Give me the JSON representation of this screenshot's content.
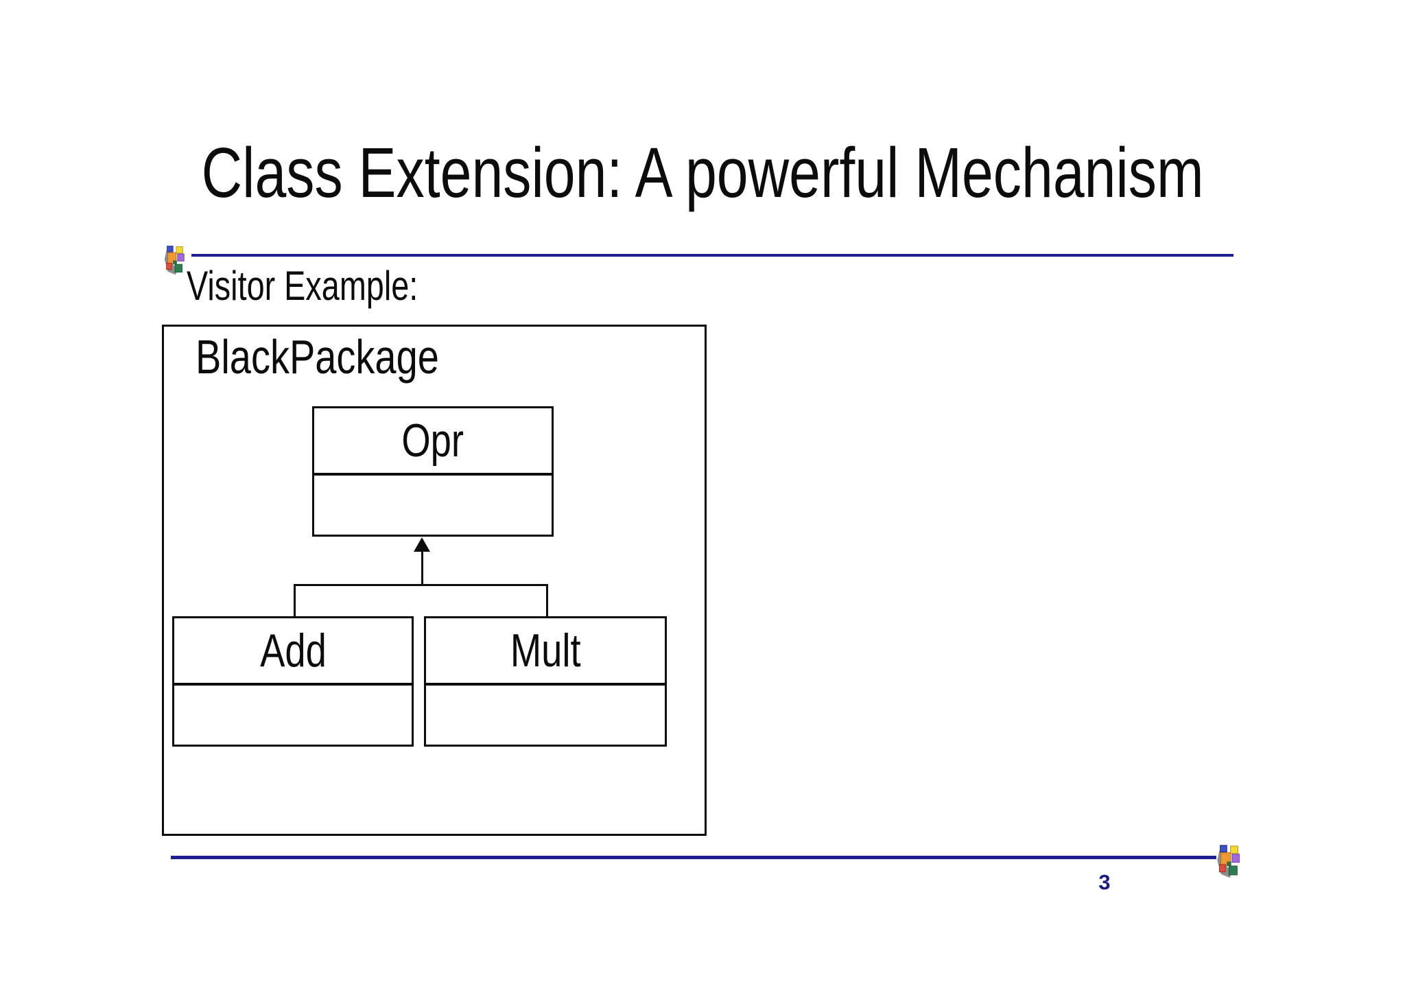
{
  "slide": {
    "title": "Class Extension: A powerful Mechanism",
    "section_label": "Visitor Example:",
    "page_number": "3"
  },
  "diagram": {
    "package_label": "BlackPackage",
    "classes": {
      "parent": {
        "name": "Opr",
        "attributes": ""
      },
      "children": [
        {
          "name": "Add",
          "attributes": ""
        },
        {
          "name": "Mult",
          "attributes": ""
        }
      ]
    },
    "relation_type": "generalization",
    "relation_note": "Add and Mult inherit from Opr (hollow-stem arrow with filled head pointing up)"
  },
  "icons": {
    "top_left": "building-blocks-logo",
    "bottom_right": "building-blocks-logo"
  },
  "colors": {
    "background": "#ffffff",
    "rule_navy": "#1e1e8f",
    "page_number_navy": "#1c1c7d",
    "diagram_stroke": "#0c0c0c"
  }
}
